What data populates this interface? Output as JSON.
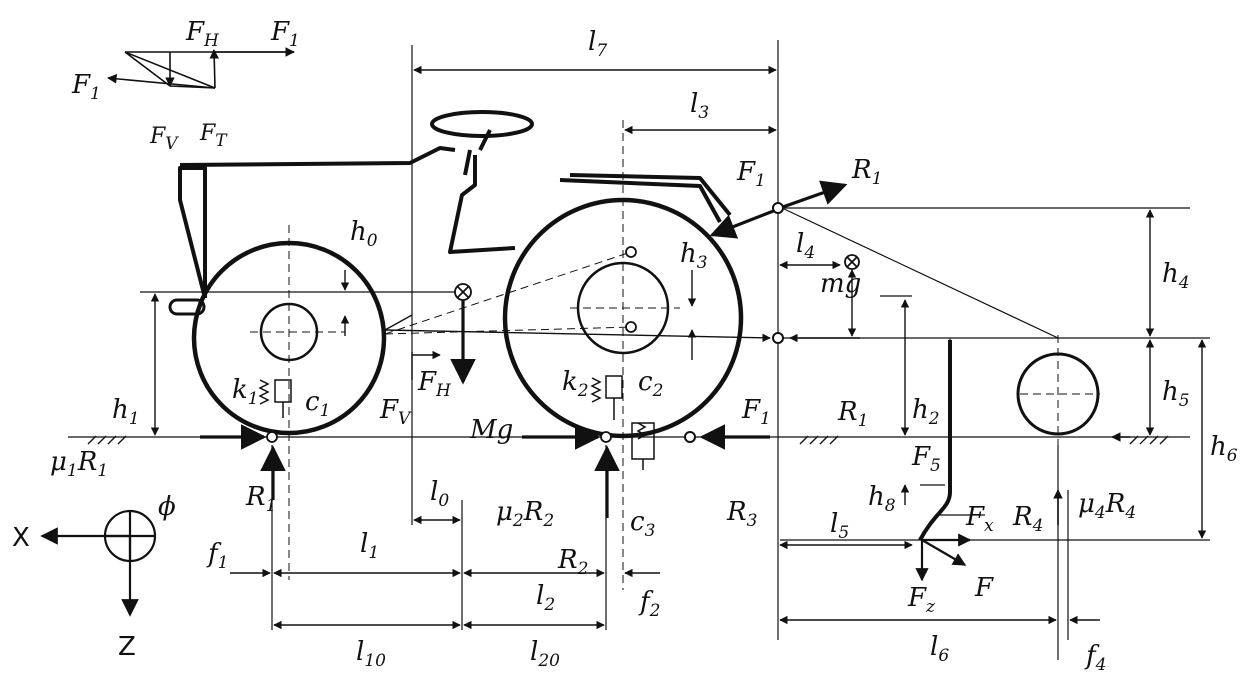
{
  "labels": {
    "F1_a": "F",
    "F1_a_sub": "1",
    "FH_top": "F",
    "FH_top_sub": "H",
    "F1_b": "F",
    "F1_b_sub": "1",
    "FV_top": "F",
    "FV_top_sub": "V",
    "FT_top": "F",
    "FT_top_sub": "T",
    "l7": "l",
    "l7_sub": "7",
    "l3": "l",
    "l3_sub": "3",
    "F1_hitch": "F",
    "F1_hitch_sub": "1",
    "R1_hitch": "R",
    "R1_hitch_sub": "1",
    "h0": "h",
    "h0_sub": "0",
    "h3": "h",
    "h3_sub": "3",
    "h4": "h",
    "h4_sub": "4",
    "l4": "l",
    "l4_sub": "4",
    "mg": "mg",
    "h1": "h",
    "h1_sub": "1",
    "k1": "k",
    "k1_sub": "1",
    "c1": "c",
    "c1_sub": "1",
    "FV_mid": "F",
    "FV_mid_sub": "V",
    "FH_mid": "F",
    "FH_mid_sub": "H",
    "k2": "k",
    "k2_sub": "2",
    "c2": "c",
    "c2_sub": "2",
    "h5": "h",
    "h5_sub": "5",
    "h6": "h",
    "h6_sub": "6",
    "h2": "h",
    "h2_sub": "2",
    "Mg": "Mg",
    "F1_ground": "F",
    "F1_ground_sub": "1",
    "R1_right": "R",
    "R1_right_sub": "1",
    "F5": "F",
    "F5_sub": "5",
    "mu1R1": "μ",
    "mu1R1_sub1": "1",
    "mu1R1_R": "R",
    "mu1R1_sub2": "1",
    "R1_front": "R",
    "R1_front_sub": "1",
    "l0": "l",
    "l0_sub": "0",
    "mu2R2": "μ",
    "mu2R2_sub1": "2",
    "mu2R2_R": "R",
    "mu2R2_sub2": "2",
    "c3": "c",
    "c3_sub": "3",
    "R3": "R",
    "R3_sub": "3",
    "h8": "h",
    "h8_sub": "8",
    "Fx": "F",
    "Fx_sub": "x",
    "R4": "R",
    "R4_sub": "4",
    "mu4R4": "μ",
    "mu4R4_sub1": "4",
    "mu4R4_R": "R",
    "mu4R4_sub2": "4",
    "X": "X",
    "phi": "ϕ",
    "f1": "f",
    "f1_sub": "1",
    "l1": "l",
    "l1_sub": "1",
    "R2": "R",
    "R2_sub": "2",
    "l2": "l",
    "l2_sub": "2",
    "f2": "f",
    "f2_sub": "2",
    "l5": "l",
    "l5_sub": "5",
    "F": "F",
    "Fz": "F",
    "Fz_sub": "z",
    "Z": "Z",
    "l10": "l",
    "l10_sub": "10",
    "l20": "l",
    "l20_sub": "20",
    "l6": "l",
    "l6_sub": "6",
    "f4": "f",
    "f4_sub": "4"
  }
}
